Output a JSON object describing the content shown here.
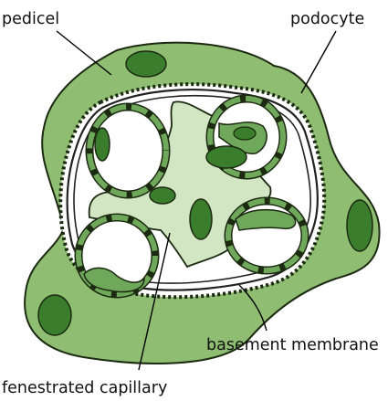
{
  "labels": {
    "pedicel": "pedicel",
    "podocyte": "podocyte",
    "basement_membrane": "basement membrane",
    "fenestrated_capillary": "fenestrated capillary"
  },
  "colors": {
    "podocyte_fill": "#8fbe72",
    "podocyte_outline": "#1c2a12",
    "nucleus_fill": "#3a7d2c",
    "mesangial_fill": "#d3e6c4",
    "capillary_wall_fill": "#6fa85a",
    "basement_membrane_stroke": "#222222",
    "background": "#ffffff"
  }
}
